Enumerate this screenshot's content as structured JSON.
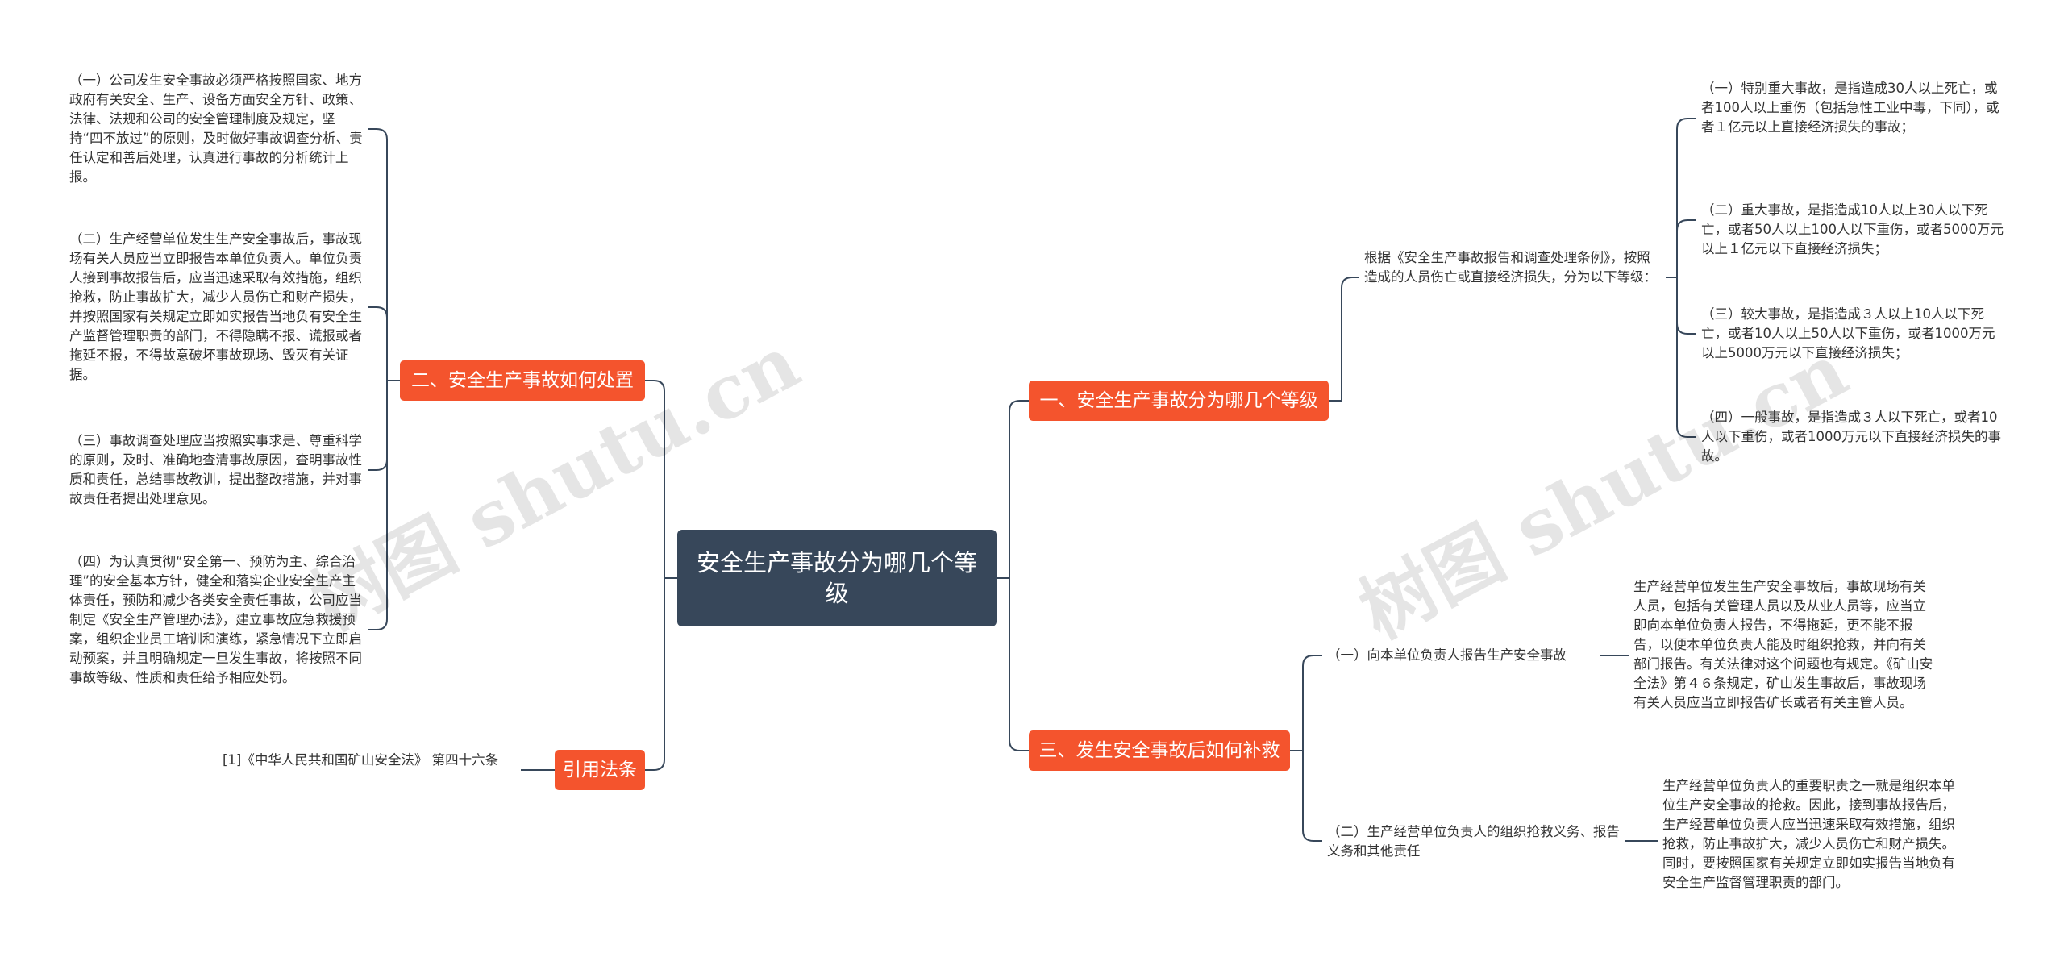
{
  "root": {
    "label": "安全生产事故分为哪几个等级"
  },
  "watermarks": [
    "树图 shutu.cn",
    "树图 shutu.cn"
  ],
  "branches": {
    "grades": {
      "label": "一、安全生产事故分为哪几个等级"
    },
    "handling": {
      "label": "二、安全生产事故如何处置"
    },
    "remedy": {
      "label": "三、发生安全事故后如何补救"
    },
    "laws": {
      "label": "引用法条"
    }
  },
  "grades": {
    "intro": "根据《安全生产事故报告和调查处理条例》，按照造成的人员伤亡或直接经济损失，分为以下等级：",
    "items": [
      "（一）特别重大事故，是指造成30人以上死亡，或者100人以上重伤（包括急性工业中毒，下同），或者１亿元以上直接经济损失的事故；",
      "（二）重大事故，是指造成10人以上30人以下死亡，或者50人以上100人以下重伤，或者5000万元以上１亿元以下直接经济损失；",
      "（三）较大事故，是指造成３人以上10人以下死亡，或者10人以上50人以下重伤，或者1000万元以上5000万元以下直接经济损失；",
      "（四）一般事故，是指造成３人以下死亡，或者10人以下重伤，或者1000万元以下直接经济损失的事故。"
    ]
  },
  "handling": {
    "items": [
      "（一）公司发生安全事故必须严格按照国家、地方政府有关安全、生产、设备方面安全方针、政策、法律、法规和公司的安全管理制度及规定，坚持“四不放过”的原则，及时做好事故调查分析、责任认定和善后处理，认真进行事故的分析统计上报。",
      "（二）生产经营单位发生生产安全事故后，事故现场有关人员应当立即报告本单位负责人。单位负责人接到事故报告后，应当迅速采取有效措施，组织抢救，防止事故扩大，减少人员伤亡和财产损失，并按照国家有关规定立即如实报告当地负有安全生产监督管理职责的部门，不得隐瞒不报、谎报或者拖延不报，不得故意破坏事故现场、毁灭有关证据。",
      "（三）事故调查处理应当按照实事求是、尊重科学的原则，及时、准确地查清事故原因，查明事故性质和责任，总结事故教训，提出整改措施，并对事故责任者提出处理意见。",
      "（四）为认真贯彻“安全第一、预防为主、综合治理”的安全基本方针，健全和落实企业安全生产主体责任，预防和减少各类安全责任事故，公司应当制定《安全生产管理办法》，建立事故应急救援预案，组织企业员工培训和演练，紧急情况下立即启动预案，并且明确规定一旦发生事故，将按照不同事故等级、性质和责任给予相应处罚。"
    ]
  },
  "remedy": {
    "sub1": {
      "label": "（一）向本单位负责人报告生产安全事故",
      "detail": "生产经营单位发生生产安全事故后，事故现场有关人员，包括有关管理人员以及从业人员等，应当立即向本单位负责人报告，不得拖延，更不能不报告，以便本单位负责人能及时组织抢救，并向有关部门报告。有关法律对这个问题也有规定。《矿山安全法》第４６条规定，矿山发生事故后，事故现场有关人员应当立即报告矿长或者有关主管人员。"
    },
    "sub2": {
      "label": "（二）生产经营单位负责人的组织抢救义务、报告义务和其他责任",
      "detail": "生产经营单位负责人的重要职责之一就是组织本单位生产安全事故的抢救。因此，接到事故报告后，生产经营单位负责人应当迅速采取有效措施，组织抢救，防止事故扩大，减少人员伤亡和财产损失。同时，要按照国家有关规定立即如实报告当地负有安全生产监督管理职责的部门。"
    }
  },
  "laws": {
    "items": [
      "[1]《中华人民共和国矿山安全法》 第四十六条"
    ]
  },
  "colors": {
    "root_bg": "#37475a",
    "branch_bg": "#f4542d",
    "line": "#37475a",
    "text": "#333333"
  }
}
